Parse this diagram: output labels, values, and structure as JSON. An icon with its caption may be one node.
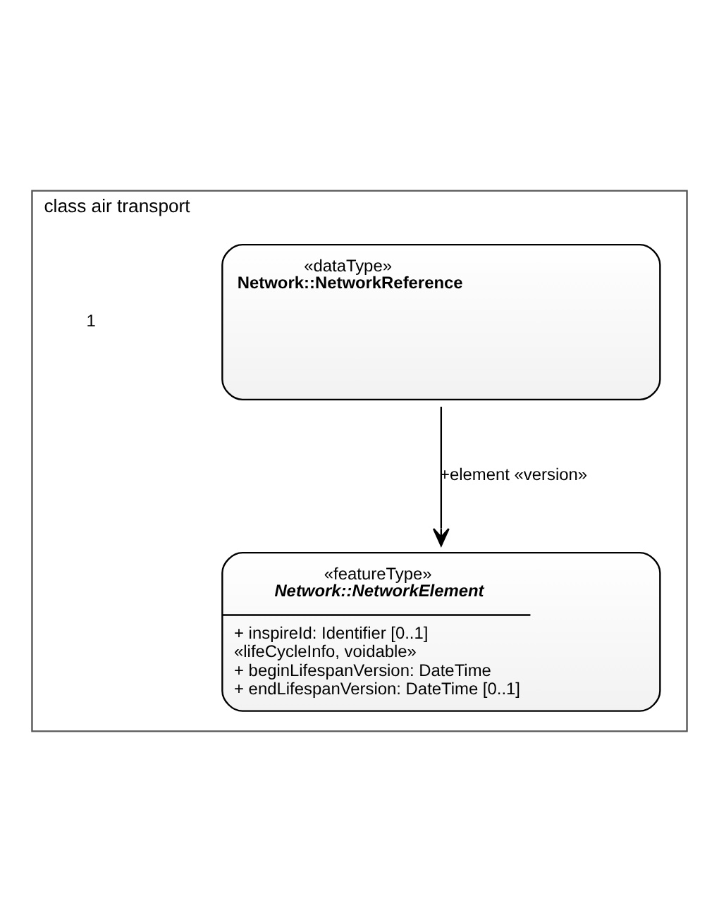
{
  "diagram": {
    "nodes": [
      {
        "text": [
          "class air transport"
        ]
      },
      {
        "text": [
          "«dataType»",
          "Network::NetworkReference"
        ],
        "in": 0
      },
      {
        "text": [
          "«featureType»",
          "Network::NetworkElement",
          "+ inspireId: Identifier [0..1]",
          "«lifeCycleInfo, voidable»",
          "+ beginLifespanVersion: DateTime",
          "+ endLifespanVersion: DateTime [0..1]"
        ],
        "in": 0
      }
    ],
    "edges": [
      {
        "from": 1,
        "to": 2,
        "arrow": "to",
        "label": "+element «version»"
      }
    ],
    "labels": [
      "1"
    ]
  }
}
